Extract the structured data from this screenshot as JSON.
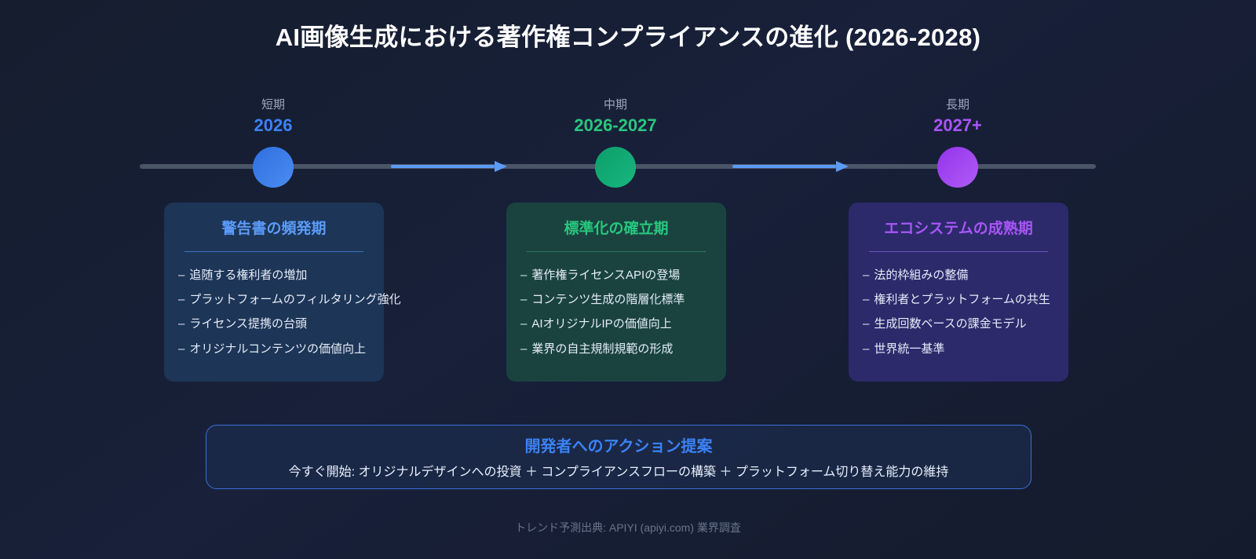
{
  "title": "AI画像生成における著作権コンプライアンスの進化 (2026-2028)",
  "timeline": {
    "nodes": [
      {
        "term": "短期",
        "year": "2026",
        "color": "#2f6fe0",
        "dot_gradient_to": "#4a8df0",
        "year_color": "#3b82f6"
      },
      {
        "term": "中期",
        "year": "2026-2027",
        "color": "#0f9d6a",
        "dot_gradient_to": "#17b77f",
        "year_color": "#28c77e"
      },
      {
        "term": "長期",
        "year": "2027+",
        "color": "#9333ea",
        "dot_gradient_to": "#b05cf7",
        "year_color": "#a855f7"
      }
    ],
    "arrows": [
      {
        "name": "arrow-short-to-mid",
        "color": "#5b9bf8"
      },
      {
        "name": "arrow-mid-to-long",
        "color": "#5b9bf8"
      }
    ],
    "track_color": "#4a5568"
  },
  "cards": [
    {
      "title": "警告書の頻発期",
      "accent": "#5b9bf8",
      "background": "#1d3557",
      "bullets": [
        "追随する権利者の増加",
        "プラットフォームのフィルタリング強化",
        "ライセンス提携の台頭",
        "オリジナルコンテンツの価値向上"
      ]
    },
    {
      "title": "標準化の確立期",
      "accent": "#28c77e",
      "background": "#1a4340",
      "bullets": [
        "著作権ライセンスAPIの登場",
        "コンテンツ生成の階層化標準",
        "AIオリジナルIPの価値向上",
        "業界の自主規制規範の形成"
      ]
    },
    {
      "title": "エコシステムの成熟期",
      "accent": "#a855f7",
      "background": "#2c2a6b",
      "bullets": [
        "法的枠組みの整備",
        "権利者とプラットフォームの共生",
        "生成回数ベースの課金モデル",
        "世界統一基準"
      ]
    }
  ],
  "bullet_marker": "–",
  "cta": {
    "title": "開発者へのアクション提案",
    "subtitle": "今すぐ開始: オリジナルデザインへの投資 ＋ コンプライアンスフローの構築 ＋ プラットフォーム切り替え能力の維持",
    "border_color": "#3b6fd4",
    "title_color": "#3b82f6"
  },
  "footer": {
    "text": "トレンド予測出典: APIYI (apiyi.com) 業界調査"
  }
}
